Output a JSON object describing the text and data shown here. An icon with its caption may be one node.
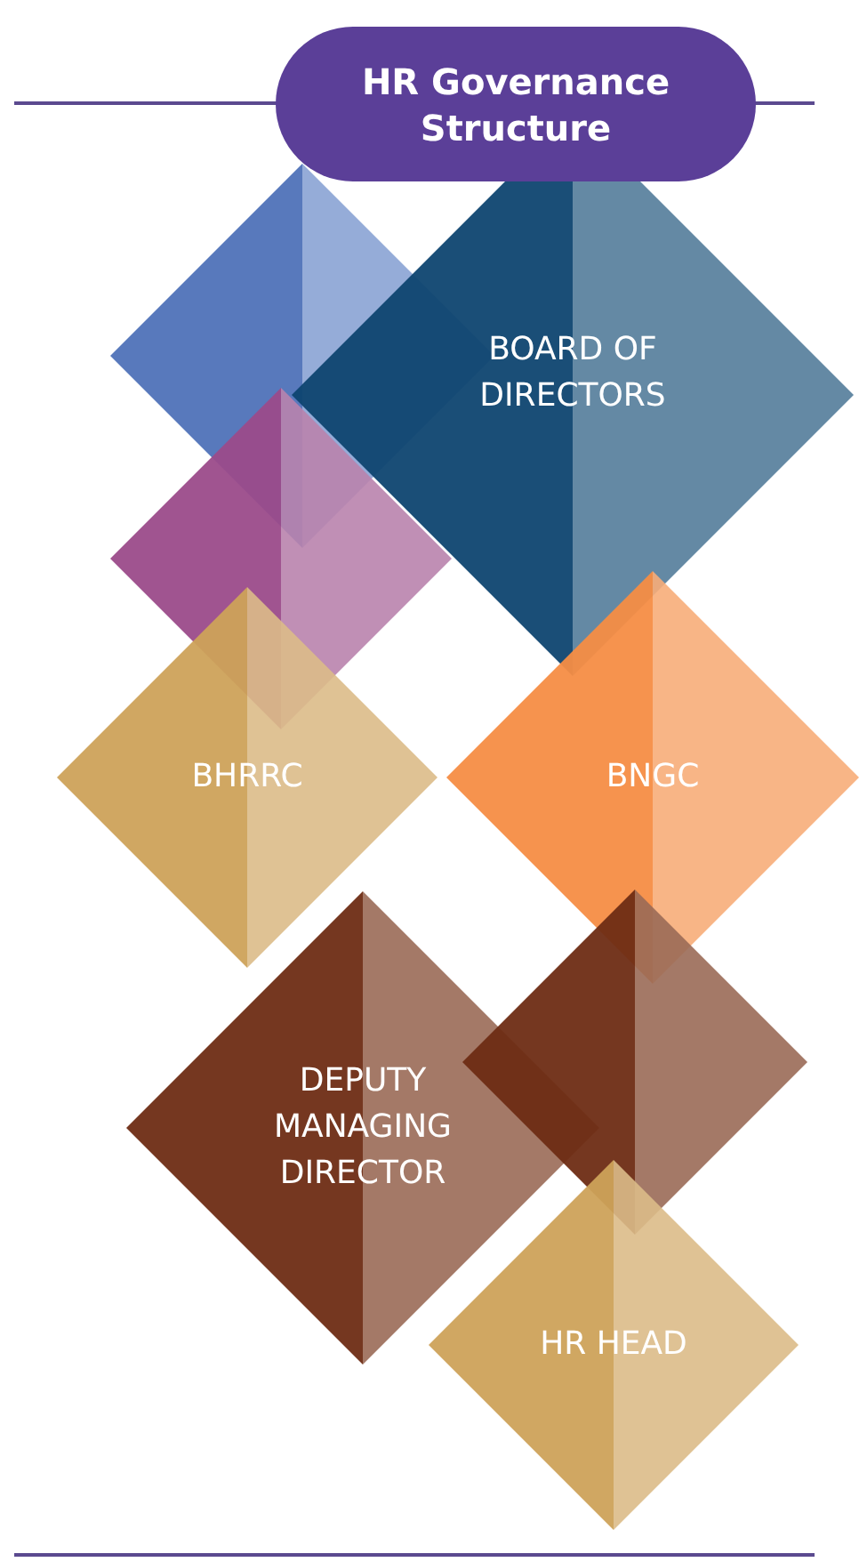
{
  "diagram": {
    "title": "HR Governance Structure",
    "nodes": [
      {
        "text": [],
        "shape": "diamond"
      },
      {
        "text": [
          "BOARD OF DIRECTORS"
        ]
      },
      {
        "text": [],
        "shape": "diamond"
      },
      {
        "text": [
          "BHRRC"
        ]
      },
      {
        "text": [
          "BNGC"
        ]
      },
      {
        "text": [
          "DEPUTY MANAGING DIRECTOR"
        ]
      },
      {
        "text": [],
        "shape": "diamond"
      },
      {
        "text": [
          "HR HEAD"
        ]
      }
    ]
  }
}
